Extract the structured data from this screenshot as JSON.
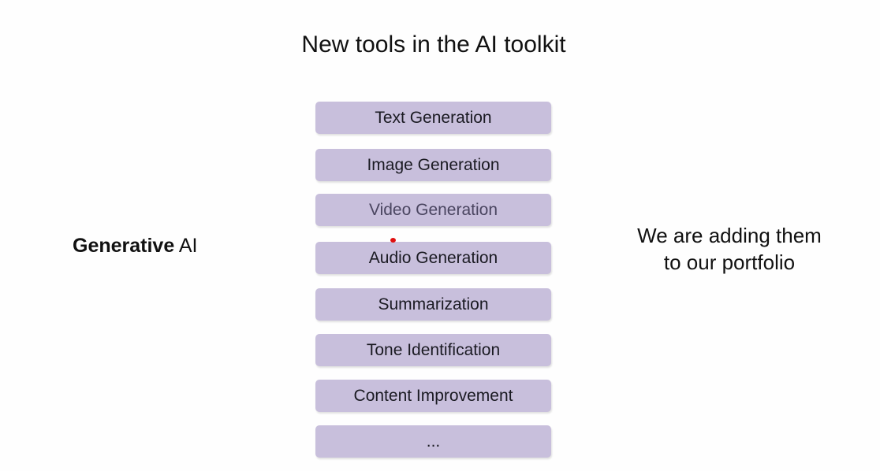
{
  "title": "New tools in the AI toolkit",
  "left_label": {
    "bold": "Generative",
    "rest": "AI"
  },
  "right_text": {
    "line1": "We are adding them",
    "line2": "to our portfolio"
  },
  "tools": [
    "Text Generation",
    "Image Generation",
    "Video Generation",
    "Audio Generation",
    "Summarization",
    "Tone Identification",
    "Content Improvement",
    "..."
  ],
  "colors": {
    "box": "#c8bfdc",
    "pointer": "#e01010"
  }
}
